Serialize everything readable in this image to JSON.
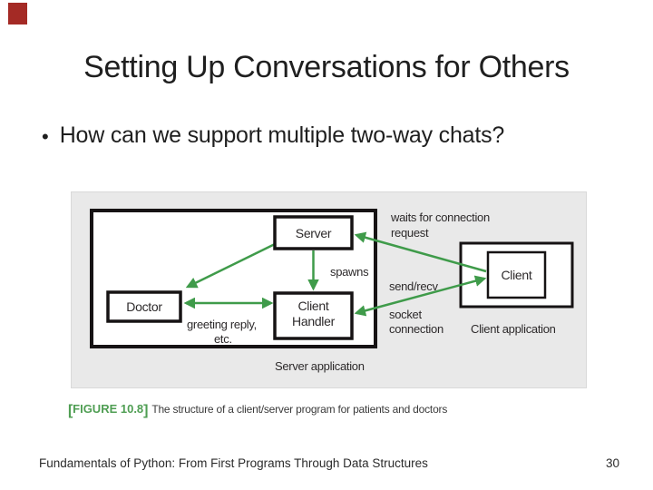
{
  "slide": {
    "title": "Setting Up Conversations for Others",
    "bullet_marker": "•",
    "bullet_text": "How can we support multiple two-way chats?",
    "footer_left": "Fundamentals of Python: From First Programs Through Data Structures",
    "page_number": "30"
  },
  "figure": {
    "caption_bracket_open": "[",
    "caption_label": "FIGURE 10.8",
    "caption_bracket_close": "]",
    "caption_text": "The structure of a client/server program for patients and doctors",
    "boxes": {
      "server": "Server",
      "doctor": "Doctor",
      "handler_line1": "Client",
      "handler_line2": "Handler",
      "client": "Client"
    },
    "labels": {
      "waits_line1": "waits for connection",
      "waits_line2": "request",
      "spawns": "spawns",
      "send_recv": "send/recv",
      "socket_line1": "socket",
      "socket_line2": "connection",
      "greeting_line1": "greeting reply,",
      "greeting_line2": "etc.",
      "server_app": "Server application",
      "client_app": "Client application"
    },
    "colors": {
      "arrow_green": "#3f9b4a",
      "caption_green": "#4f9e53",
      "panel_background": "#e9e9e9",
      "accent_red": "#a42a25",
      "box_border": "#161314"
    }
  }
}
